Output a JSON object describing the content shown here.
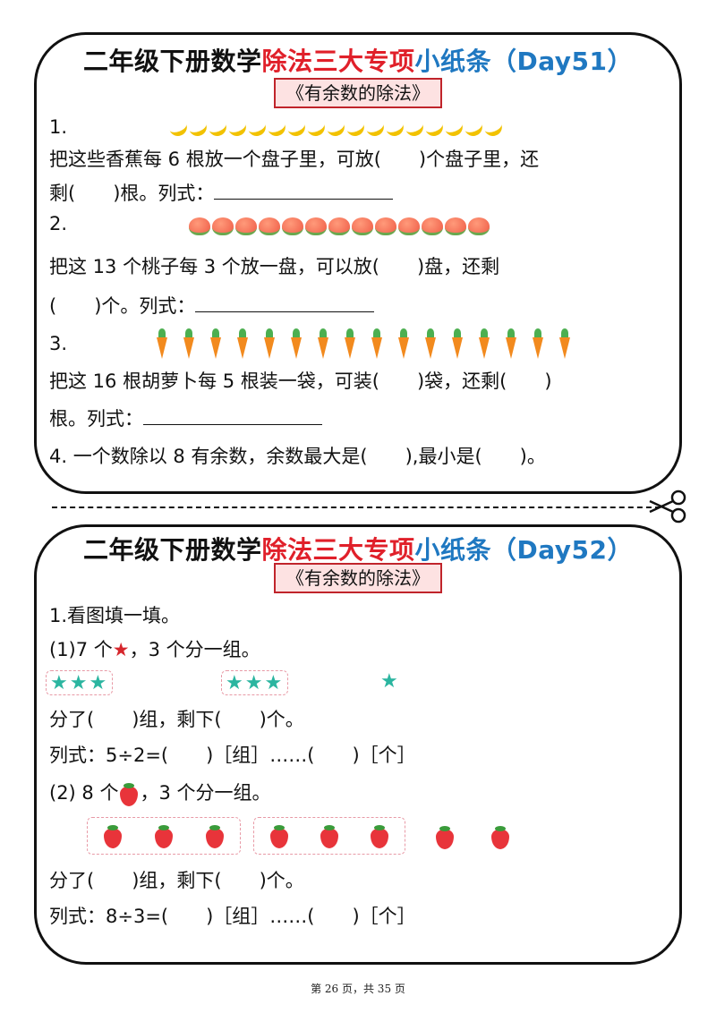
{
  "card1": {
    "title_black": "二年级下册数学",
    "title_red": "除法三大专项",
    "title_blue": "小纸条（Day51）",
    "subtitle": "《有余数的除法》",
    "q1_num": "1.",
    "q1_line1": "把这些香蕉每 6 根放一个盘子里，可放(　　)个盘子里，还",
    "q1_line2": "剩(　　)根。列式：",
    "q2_num": "2.",
    "q2_line1": "把这 13 个桃子每 3 个放一盘，可以放(　　)盘，还剩",
    "q2_line2": "(　　)个。列式：",
    "q3_num": "3.",
    "q3_line1": "把这 16 根胡萝卜每 5 根装一袋，可装(　　)袋，还剩(　　)",
    "q3_line2": "根。列式：",
    "q4_line": "4. 一个数除以 8 有余数，余数最大是(　　),最小是(　　)。"
  },
  "card2": {
    "title_black": "二年级下册数学",
    "title_red": "除法三大专项",
    "title_blue": "小纸条（Day52）",
    "subtitle": "《有余数的除法》",
    "q1_head": "1.看图填一填。",
    "p1_head_a": "(1)7 个",
    "p1_head_b": "，3 个分一组。",
    "p1_fill": "分了(　　)组，剩下(　　)个。",
    "p1_formula": "列式：5÷2=(　　)［组］……(　　)［个］",
    "p2_head_a": "(2) 8 个",
    "p2_head_b": "，3 个分一组。",
    "p2_fill": "分了(　　)组，剩下(　　)个。",
    "p2_formula": "列式：8÷3=(　　)［组］……(　　)［个］"
  },
  "icons": {
    "banana_count": 17,
    "peach_count": 13,
    "carrot_count": 16,
    "star_glyph": "★",
    "colors": {
      "red": "#e0202a",
      "blue": "#1f78c1",
      "teal_star": "#2bb5a0",
      "pink_dash": "#e89aa6"
    }
  },
  "footer": "第 26 页，共 35 页"
}
